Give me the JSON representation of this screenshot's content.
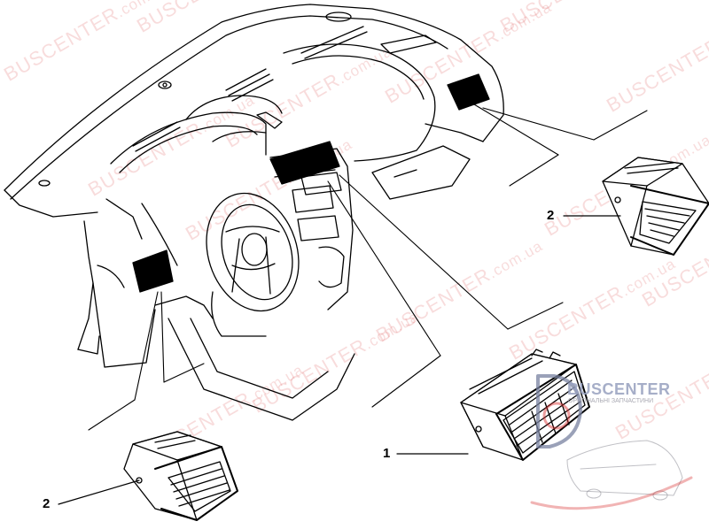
{
  "callouts": [
    {
      "id": "center-vent",
      "number": "1"
    },
    {
      "id": "right-side-vent",
      "number": "2"
    },
    {
      "id": "left-side-vent",
      "number": "2"
    }
  ],
  "watermark": {
    "brand": "BUSCENTER",
    "domain": ".com.ua",
    "color": "#d62828"
  },
  "logo": {
    "wordmark": "BUSCENTER",
    "tagline": "ОРИГІНАЛЬНІ ЗАПЧАСТИНИ",
    "accent": "#d62828"
  }
}
